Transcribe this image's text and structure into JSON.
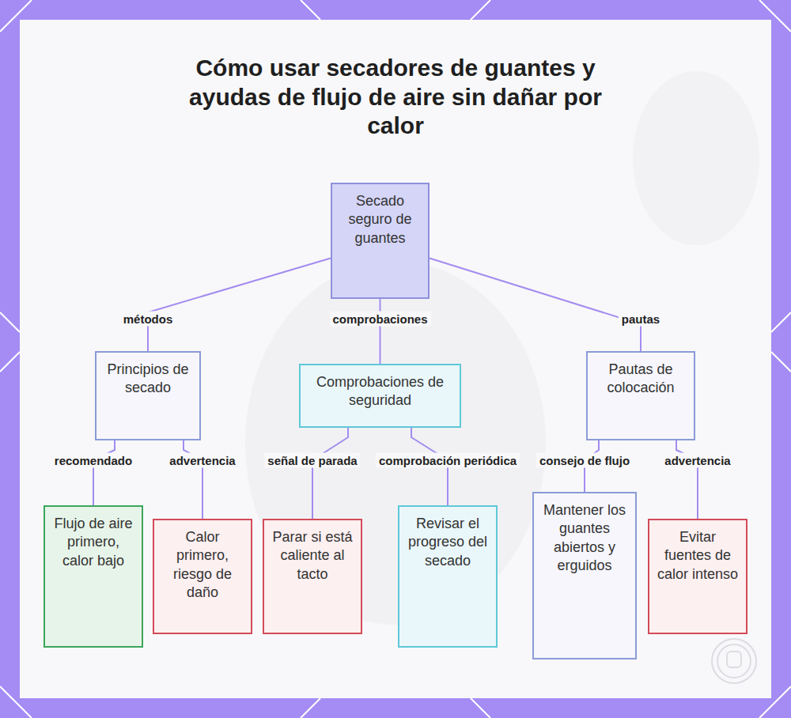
{
  "diagram": {
    "title": "Cómo usar secadores de guantes y ayudas de flujo de aire sin dañar por calor",
    "nodes": [
      {
        "text": [
          "Secado seguro de guantes"
        ]
      },
      {
        "text": [
          "Principios de secado"
        ]
      },
      {
        "text": [
          "Comprobaciones de seguridad"
        ]
      },
      {
        "text": [
          "Pautas de colocación"
        ]
      },
      {
        "text": [
          "Flujo de aire primero, calor bajo"
        ]
      },
      {
        "text": [
          "Calor primero, riesgo de daño"
        ]
      },
      {
        "text": [
          "Parar si está caliente al tacto"
        ]
      },
      {
        "text": [
          "Revisar el progreso del secado"
        ]
      },
      {
        "text": [
          "Mantener los guantes abiertos y erguidos"
        ]
      },
      {
        "text": [
          "Evitar fuentes de calor intenso"
        ]
      }
    ],
    "edges": [
      {
        "from": 0,
        "to": 1,
        "label": "métodos",
        "arrow": "none"
      },
      {
        "from": 0,
        "to": 2,
        "label": "comprobaciones",
        "arrow": "none"
      },
      {
        "from": 0,
        "to": 3,
        "label": "pautas",
        "arrow": "none"
      },
      {
        "from": 1,
        "to": 4,
        "label": "recomendado",
        "arrow": "none"
      },
      {
        "from": 1,
        "to": 5,
        "label": "advertencia",
        "arrow": "none"
      },
      {
        "from": 2,
        "to": 6,
        "label": "señal de parada",
        "arrow": "none"
      },
      {
        "from": 2,
        "to": 7,
        "label": "comprobación periódica",
        "arrow": "none"
      },
      {
        "from": 3,
        "to": 8,
        "label": "consejo de flujo",
        "arrow": "none"
      },
      {
        "from": 3,
        "to": 9,
        "label": "advertencia",
        "arrow": "none"
      }
    ]
  }
}
